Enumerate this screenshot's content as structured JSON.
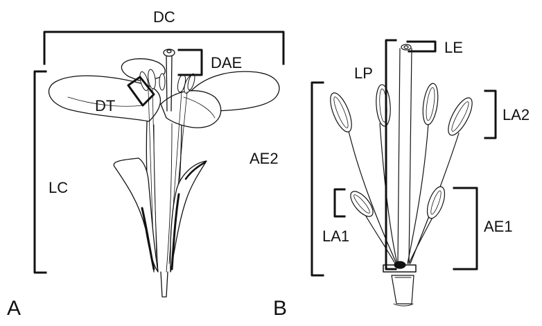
{
  "labels": {
    "dc": "DC",
    "dae": "DAE",
    "dt": "DT",
    "lc": "LC",
    "ae2": "AE2",
    "le": "LE",
    "lp": "LP",
    "la2": "LA2",
    "la1": "LA1",
    "ae1": "AE1"
  },
  "panels": {
    "a": "A",
    "b": "B"
  },
  "colors": {
    "ink": "#111111",
    "fill": "#ffffff"
  }
}
